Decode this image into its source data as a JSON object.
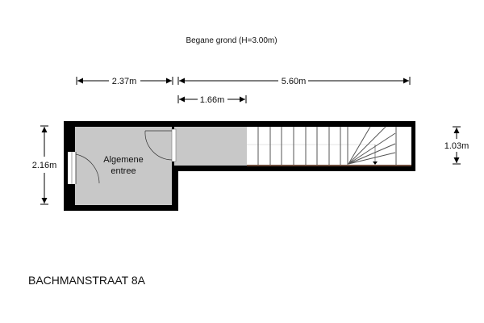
{
  "floor_title": "Begane grond (H=3.00m)",
  "dimensions": {
    "hall_width": "2.37m",
    "corridor_length": "5.60m",
    "corridor_section": "1.66m",
    "hall_depth": "2.16m",
    "corridor_width": "1.03m"
  },
  "rooms": [
    {
      "label_line1": "Algemene",
      "label_line2": "entree"
    }
  ],
  "address": "BACHMANSTRAAT 8A",
  "colors": {
    "wall": "#000000",
    "floor": "#c8c8c8",
    "stairs": "#ffffff",
    "stair_edge": "#6b4a3a"
  }
}
